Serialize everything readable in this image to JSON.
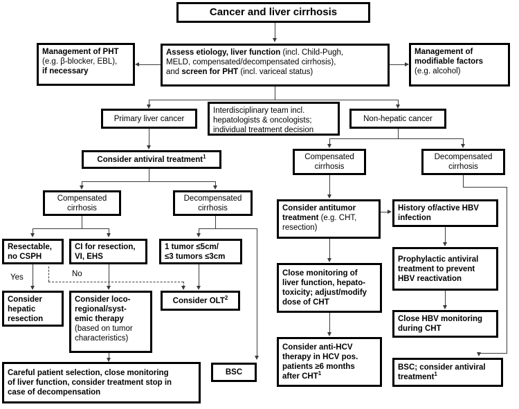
{
  "title": "Cancer and liver cirrhosis",
  "nodes": {
    "root": {
      "label": "Cancer and liver cirrhosis"
    },
    "assess": {
      "line1_bold": "Assess etiology, liver function",
      "line1_rest": " (incl. Child-Pugh,",
      "line2": "MELD, compensated/decompensated cirrhosis),",
      "line3_pre": "and ",
      "line3_bold": "screen for PHT",
      "line3_rest": " (incl. variceal status)"
    },
    "pht": {
      "line1": "Management of PHT",
      "line2": "(e.g. β-blocker, EBL),",
      "line3": "if necessary"
    },
    "modifiable": {
      "line1": "Management of",
      "line2": "modifiable factors",
      "line3": "(e.g. alcohol)"
    },
    "primary_liver_cancer": {
      "label": "Primary liver cancer"
    },
    "interdisciplinary": {
      "line1": "Interdisciplinary team incl.",
      "line2": "hepatologists & oncologists;",
      "line3": "individual treatment decision"
    },
    "non_hepatic_cancer": {
      "label": "Non-hepatic cancer"
    },
    "consider_antiviral": {
      "label": "Consider antiviral treatment",
      "sup": "1"
    },
    "left_compensated": {
      "line1": "Compensated",
      "line2": "cirrhosis"
    },
    "left_decompensated": {
      "line1": "Decompensated",
      "line2": "cirrhosis"
    },
    "right_compensated": {
      "line1": "Compensated",
      "line2": "cirrhosis"
    },
    "right_decompensated": {
      "line1": "Decompensated",
      "line2": "cirrhosis"
    },
    "resectable": {
      "line1": "Resectable,",
      "line2": "no CSPH"
    },
    "ci_resection": {
      "line1": "CI for resection,",
      "line2": "VI, EHS"
    },
    "tumor_criteria": {
      "line1": "1 tumor ≤5cm/",
      "line2": "≤3 tumors ≤3cm"
    },
    "hepatic_resection": {
      "line1": "Consider",
      "line2": "hepatic",
      "line3": "resection"
    },
    "locoregional": {
      "line1": "Consider loco-",
      "line2": "regional/syst-",
      "line3": "emic therapy",
      "line4": "(based on tumor",
      "line5": "characteristics)"
    },
    "olt": {
      "label": "Consider OLT",
      "sup": "2"
    },
    "careful_selection": {
      "line1": "Careful patient selection, close monitoring",
      "line2": "of liver function, consider treatment stop in",
      "line3": "case of decompensation"
    },
    "bsc": {
      "label": "BSC"
    },
    "antitumor": {
      "line1_bold": "Consider antitumor",
      "line2_bold": "treatment",
      "line2_rest": " (e.g. CHT,",
      "line3": "resection)"
    },
    "close_monitoring": {
      "line1": "Close monitoring of",
      "line2": "liver function, hepato-",
      "line3": "toxicity; adjust/modify",
      "line4": "dose of CHT"
    },
    "anti_hcv": {
      "line1": "Consider anti-HCV",
      "line2": "therapy in HCV pos.",
      "line3": "patients ≥6 months",
      "line4": "after CHT",
      "sup": "1"
    },
    "hbv_history": {
      "line1": "History of/active HBV",
      "line2": "infection"
    },
    "prophylactic": {
      "line1": "Prophylactic antiviral",
      "line2": "treatment to prevent",
      "line3": "HBV reactivation"
    },
    "close_hbv": {
      "line1": "Close HBV monitoring",
      "line2": "during CHT"
    },
    "bsc_antiviral": {
      "line1": "BSC; consider antiviral",
      "line2": "treatment",
      "sup": "1"
    }
  },
  "edge_labels": {
    "yes": "Yes",
    "no": "No"
  },
  "colors": {
    "box_border": "#000000",
    "connector": "#3a3a3a",
    "background": "#ffffff",
    "text": "#000000"
  }
}
